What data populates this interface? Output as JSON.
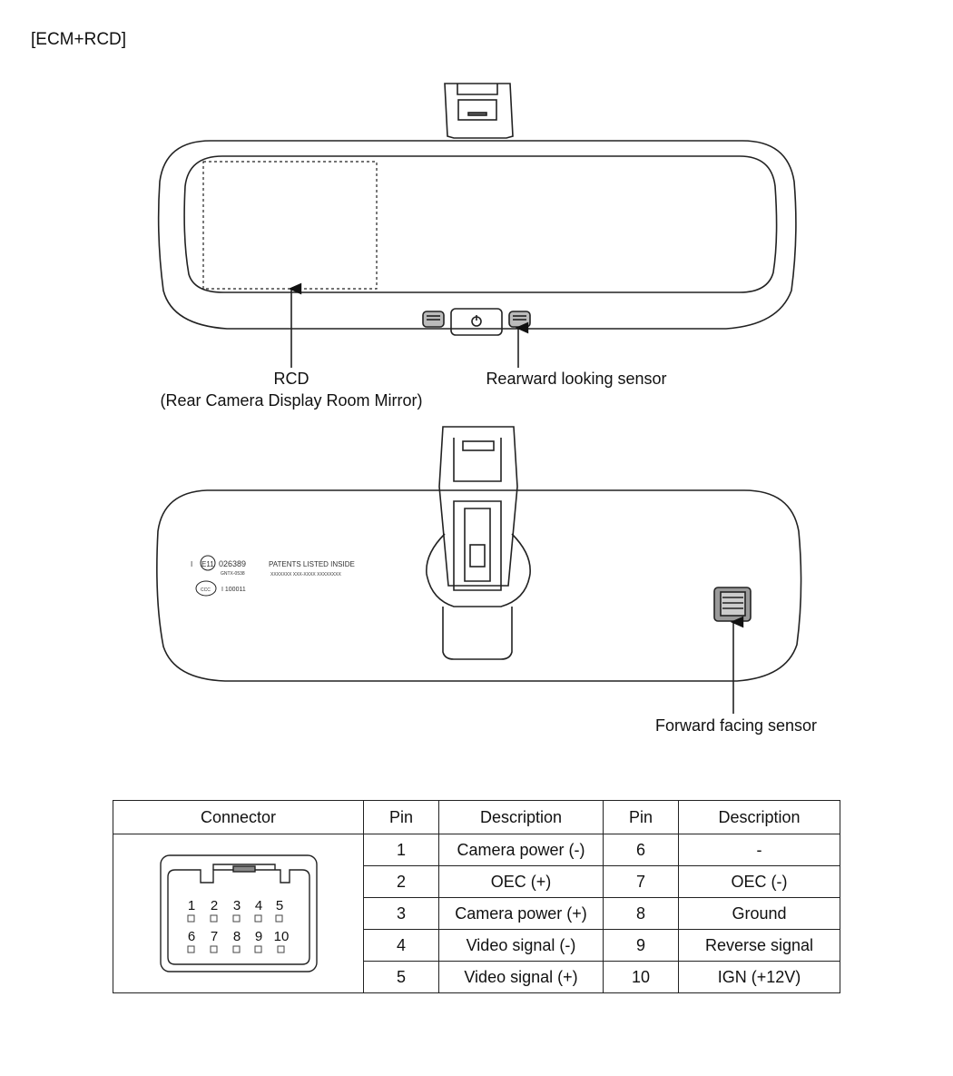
{
  "heading": "[ECM+RCD]",
  "callouts": {
    "rcd_title": "RCD",
    "rcd_subtitle": "(Rear Camera Display Room Mirror)",
    "rearward_sensor": "Rearward looking sensor",
    "forward_sensor": "Forward facing sensor"
  },
  "mirror_back_markings": {
    "approval_mark": "E11",
    "approval_number": "026389",
    "sub_code": "GNTX-0538",
    "patents": "PATENTS LISTED INSIDE",
    "patent_numbers": "XXXXXXX  XXX-XXXX   XXXXXXXX",
    "ccc_mark": "CCC",
    "cert_number": "I  100011"
  },
  "connector_pins_top": [
    "1",
    "2",
    "3",
    "4",
    "5"
  ],
  "connector_pins_bottom": [
    "6",
    "7",
    "8",
    "9",
    "10"
  ],
  "table": {
    "headers": [
      "Connector",
      "Pin",
      "Description",
      "Pin",
      "Description"
    ],
    "rows": [
      {
        "pin_a": "1",
        "desc_a": "Camera power (-)",
        "pin_b": "6",
        "desc_b": "-"
      },
      {
        "pin_a": "2",
        "desc_a": "OEC (+)",
        "pin_b": "7",
        "desc_b": "OEC (-)"
      },
      {
        "pin_a": "3",
        "desc_a": "Camera power (+)",
        "pin_b": "8",
        "desc_b": "Ground"
      },
      {
        "pin_a": "4",
        "desc_a": "Video signal (-)",
        "pin_b": "9",
        "desc_b": "Reverse signal"
      },
      {
        "pin_a": "5",
        "desc_a": "Video signal (+)",
        "pin_b": "10",
        "desc_b": "IGN (+12V)"
      }
    ]
  }
}
